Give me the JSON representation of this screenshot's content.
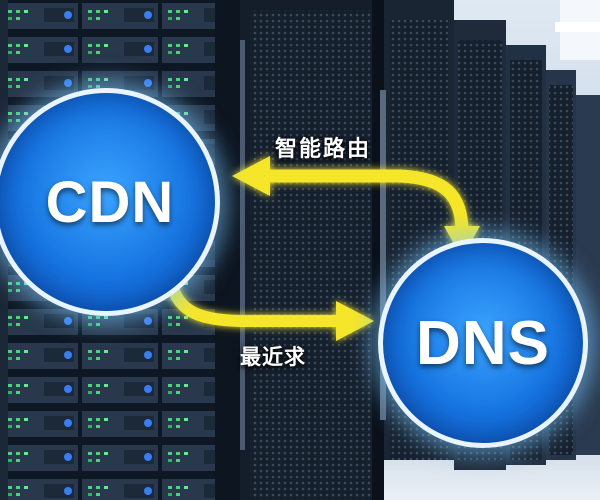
{
  "nodes": {
    "cdn": {
      "label": "CDN",
      "color": "#1673e0"
    },
    "dns": {
      "label": "DNS",
      "color": "#1673e0"
    }
  },
  "edges": {
    "dns_to_cdn": {
      "label": "智能路由",
      "color": "#f5e62a"
    },
    "cdn_to_dns": {
      "label": "最近求",
      "color": "#f5e62a"
    }
  },
  "background": {
    "scene": "server-racks"
  }
}
